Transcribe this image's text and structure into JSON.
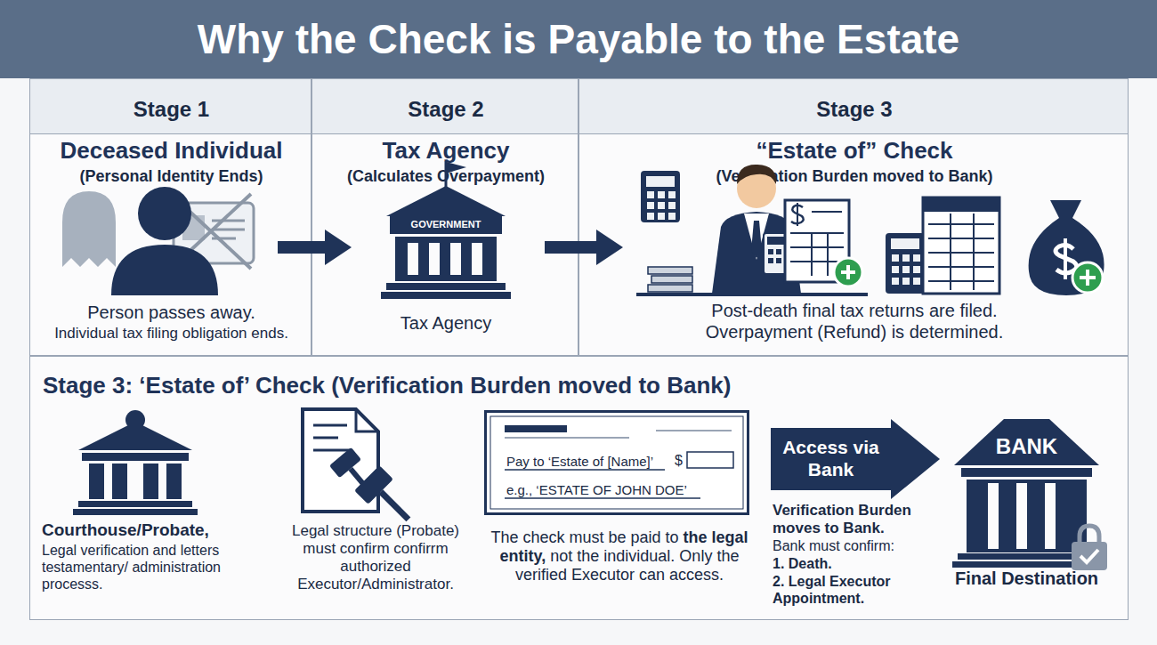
{
  "diagram": {
    "title": "Why the Check is Payable to the Estate",
    "nodes": [
      {
        "text": [
          "Stage 1",
          "Deceased Individual",
          "(Personal Identity Ends)",
          "Person passes away.",
          "Individual tax filing obligation ends."
        ]
      },
      {
        "text": [
          "Stage 2",
          "Tax Agency",
          "(Calculates Overpayment)",
          "Tax Agency"
        ]
      },
      {
        "text": [
          "GOVERNMENT"
        ],
        "in": 1
      },
      {
        "text": [
          "Stage 3",
          "“Estate of” Check",
          "(Verification Burden moved to Bank)",
          "Post-death final tax returns are filed. Overpayment (Refund) is determined."
        ]
      },
      {
        "text": [
          "Stage 3: ‘Estate of’ Check (Verification Burden moved to Bank)"
        ]
      },
      {
        "text": [
          "Pay to ‘Estate of [Name]’",
          "$",
          "e.g., ‘ESTATE OF JOHN DOE’",
          "The check must be paid to",
          "the legal entity,",
          "not the individual. Only the verified Executor can access."
        ],
        "in": 4
      },
      {
        "text": [
          "Access via Bank"
        ],
        "in": 4
      },
      {
        "text": [
          "BANK",
          "Final Destination"
        ],
        "in": 4
      }
    ],
    "edges": [
      {
        "from": 0,
        "to": 1,
        "arrow": "to"
      },
      {
        "from": 1,
        "to": 3,
        "arrow": "to"
      }
    ],
    "labels": [
      "Courthouse/Probate,",
      "Legal verification and letters testamentary/ administration processs.",
      "Legal structure (Probate) must confirm confirrm authorized Executor/Administrator.",
      "Verification Burden moves to Bank.",
      "Bank must confirm:",
      "1. Death.",
      "2. Legal Executor Appointment."
    ]
  }
}
